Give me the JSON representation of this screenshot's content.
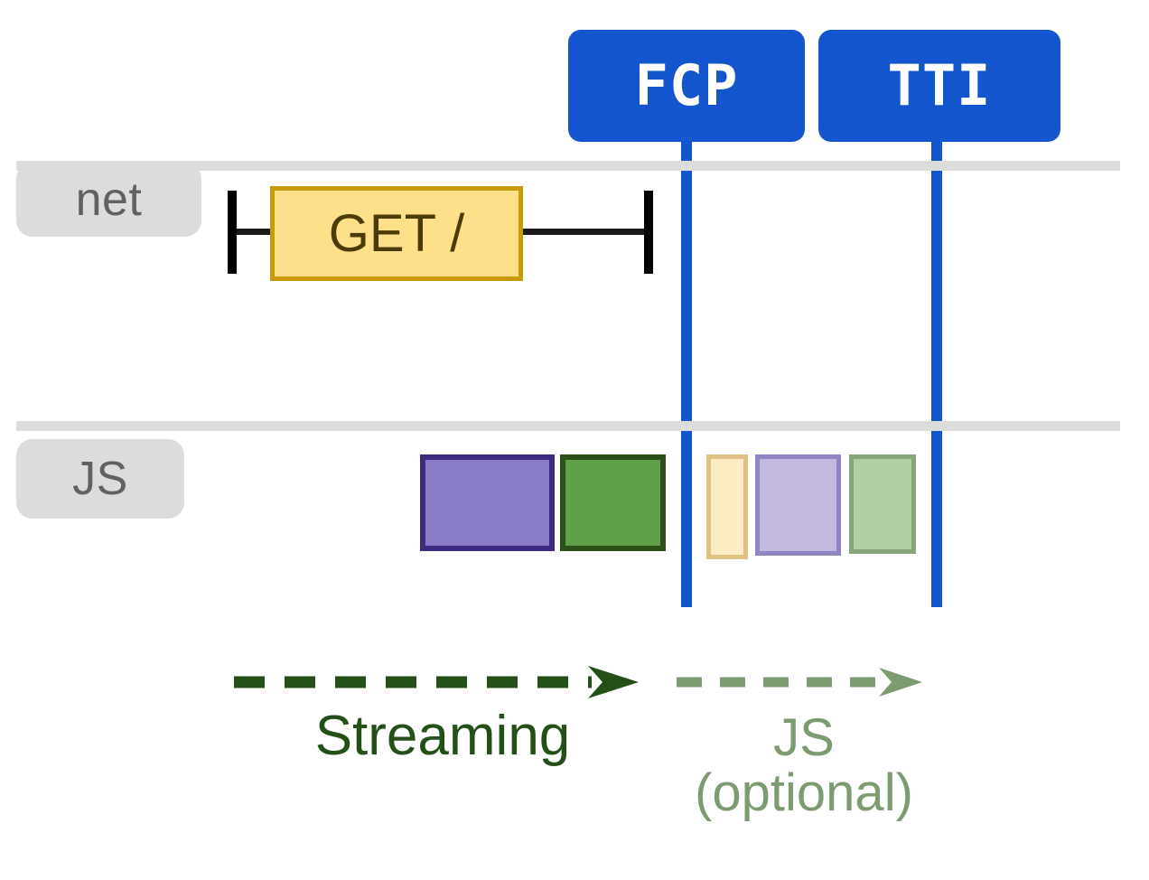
{
  "diagram": {
    "title": "Page load timeline: streaming HTML with optional JS",
    "background": "#ffffff"
  },
  "colors": {
    "marker_blue": "#1355cc",
    "lane_gray": "#dcdcdc",
    "lane_label_text": "#616161",
    "request_fill": "#ffe08a",
    "request_border": "#c99a09",
    "request_text": "#4a3b09",
    "errorbar_black": "#000000",
    "js_purple_fill": "#8b7cc8",
    "js_purple_border": "#3d2b80",
    "js_green_fill": "#5fa049",
    "js_green_border": "#2b5018",
    "js_yellow_faded_fill": "#fbecc4",
    "js_yellow_faded_border": "#dfc183",
    "js_purple_faded_fill": "#c4bae0",
    "js_purple_faded_border": "#9184c4",
    "js_green_faded_fill": "#b0cfa2",
    "js_green_faded_border": "#87a578",
    "streaming_green": "#245018",
    "optional_sage": "#7d9b70"
  },
  "lanes": [
    {
      "id": "net",
      "label": "net"
    },
    {
      "id": "js",
      "label": "JS"
    }
  ],
  "net_lane": {
    "request": {
      "label": "GET /",
      "icon": "network-request-icon"
    }
  },
  "js_lane": {
    "blocks": [
      {
        "id": "block-1",
        "state": "executed",
        "color_name": "purple",
        "fill": "#8b7cc8",
        "border": "#3d2b80"
      },
      {
        "id": "block-2",
        "state": "executed",
        "color_name": "green",
        "fill": "#5fa049",
        "border": "#2b5018"
      },
      {
        "id": "block-3",
        "state": "optional",
        "color_name": "yellow",
        "fill": "#fbecc4",
        "border": "#dfc183"
      },
      {
        "id": "block-4",
        "state": "optional",
        "color_name": "purple",
        "fill": "#c4bae0",
        "border": "#9184c4"
      },
      {
        "id": "block-5",
        "state": "optional",
        "color_name": "green",
        "fill": "#b0cfa2",
        "border": "#87a578"
      }
    ]
  },
  "markers": [
    {
      "id": "fcp",
      "label": "FCP"
    },
    {
      "id": "tti",
      "label": "TTI"
    }
  ],
  "phases": [
    {
      "id": "streaming",
      "label": "Streaming",
      "color": "#245018"
    },
    {
      "id": "js-optional",
      "label": "JS\n(optional)",
      "color": "#7d9b70"
    }
  ]
}
